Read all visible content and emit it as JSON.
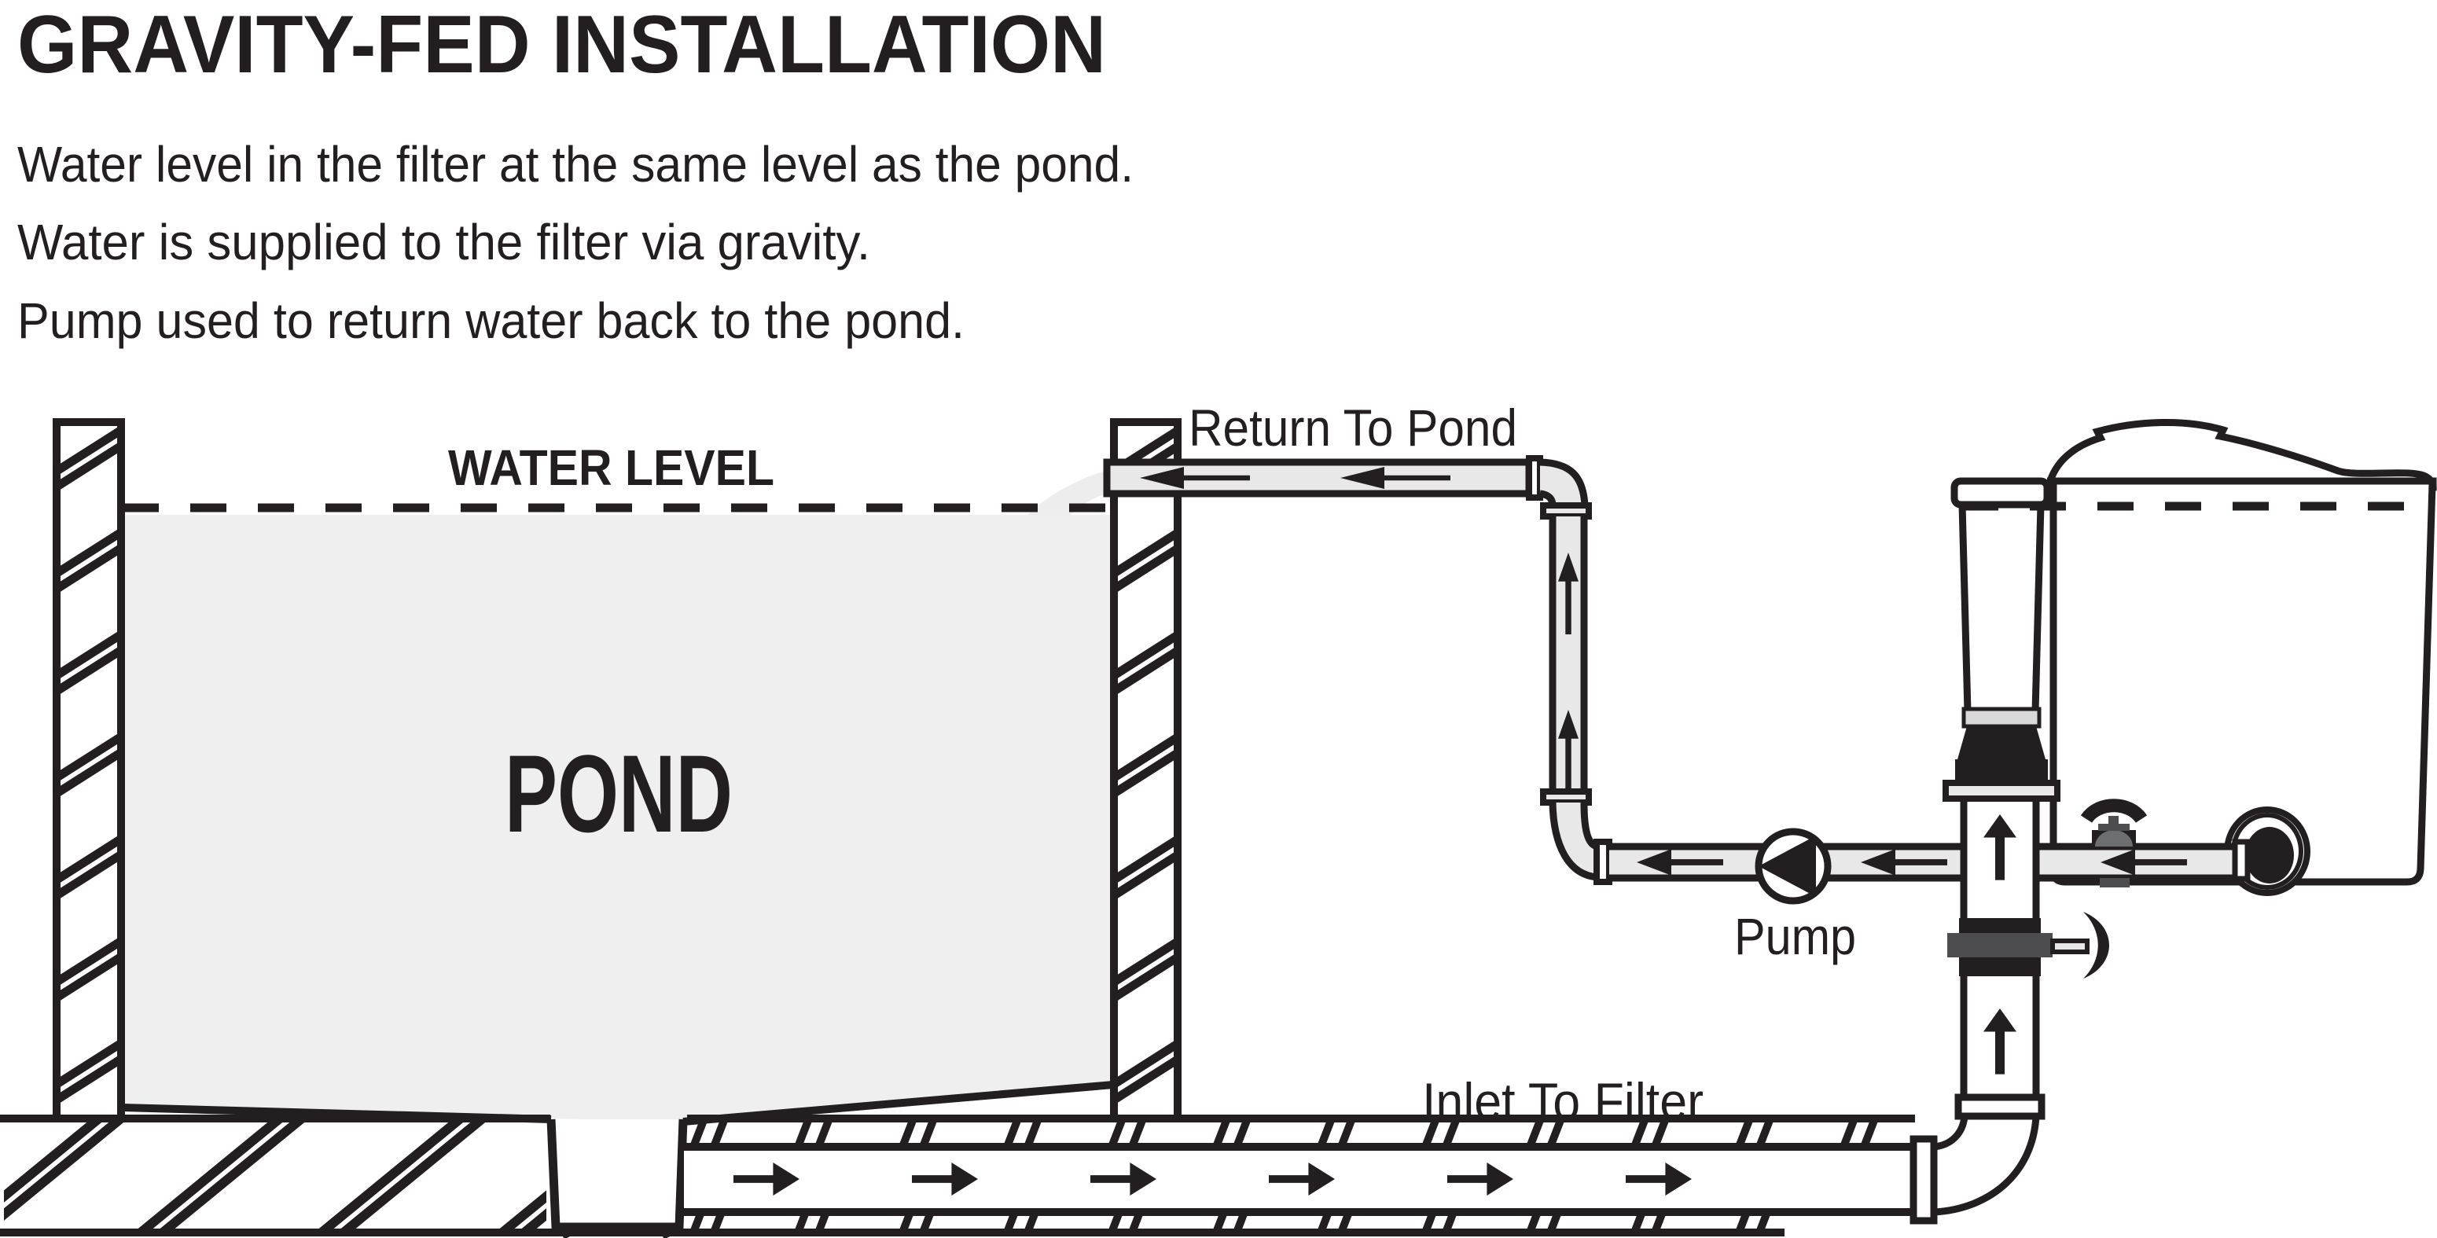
{
  "title": "GRAVITY-FED INSTALLATION",
  "description": {
    "line1": "Water level in the filter at the same level as the pond.",
    "line2": "Water is supplied to the filter via gravity.",
    "line3": "Pump used to return water back to the pond."
  },
  "diagram": {
    "labels": {
      "water_level": "WATER LEVEL",
      "pond": "POND",
      "return_to_pond": "Return To Pond",
      "pump": "Pump",
      "inlet_to_filter": "Inlet To Filter"
    },
    "colors": {
      "ink": "#231f20",
      "pond_water": "#efefef",
      "pipe_fill": "#e8e8e8",
      "valve_dark": "#4d4d4f",
      "valve_mid": "#6d6e71",
      "collar_light": "#d9d9d9"
    }
  }
}
